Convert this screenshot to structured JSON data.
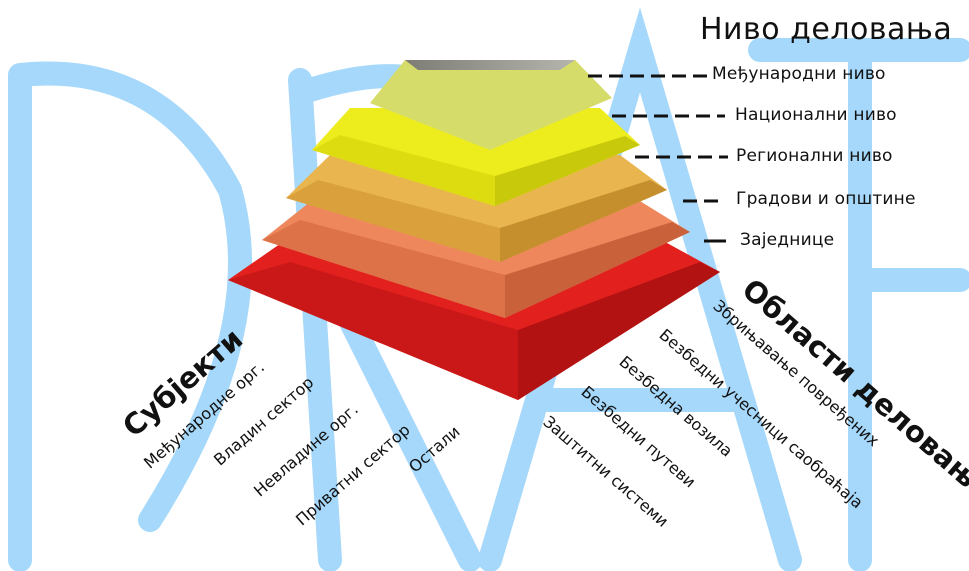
{
  "header": {
    "title": "Ниво деловања"
  },
  "levels": [
    {
      "label": "Међународни ниво",
      "color": "#d6dc6a"
    },
    {
      "label": "Национални ниво",
      "color": "#eded1e"
    },
    {
      "label": "Регионални ниво",
      "color": "#e9b54f"
    },
    {
      "label": "Градови и општине",
      "color": "#ee875c"
    },
    {
      "label": "Заједнице",
      "color": "#e2211e"
    }
  ],
  "subjects": {
    "title": "Субјекти",
    "items": [
      "Међународне орг.",
      "Владин сектор",
      "Невладине орг.",
      "Приватни сектор",
      "Остали"
    ]
  },
  "areas": {
    "title": "Области деловања",
    "items": [
      "Збрињавање повређених",
      "Безбедни учесници саобраћаја",
      "Безбедна возила",
      "Безбедни путеви",
      "Заштитни системи"
    ]
  },
  "colors": {
    "watermark": "#a5d8fa",
    "pyramid_top": "#9a9a92"
  }
}
